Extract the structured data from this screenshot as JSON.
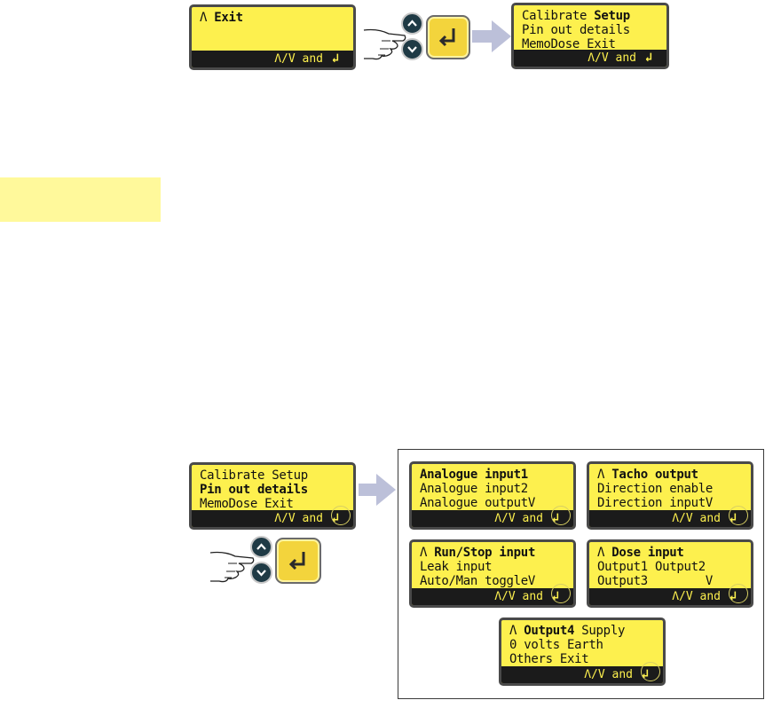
{
  "screen1": {
    "up_marker": "Λ",
    "line1": "Exit",
    "footer": "Λ/V and",
    "enter_glyph": "↲"
  },
  "screen2": {
    "line1_a": "Calibrate ",
    "line1_b": "Setup",
    "line2": "Pin out details",
    "line3": "MemoDose Exit",
    "footer": "Λ/V and",
    "enter_glyph": "↲"
  },
  "screen3": {
    "line1": "Calibrate Setup",
    "line2": "Pin out details",
    "line3": "MemoDose Exit",
    "footer": "Λ/V and",
    "enter_glyph": "↲"
  },
  "pinout_screens": [
    {
      "line1": "Analogue input1",
      "line2": "Analogue input2",
      "line3": "Analogue outputV",
      "footer": "Λ/V and",
      "enter_glyph": "↲"
    },
    {
      "line1_a": "Λ ",
      "line1_b": "Tacho output",
      "line2": "Direction enable",
      "line3": "Direction inputV",
      "footer": "Λ/V and",
      "enter_glyph": "↲"
    },
    {
      "line1_a": "Λ ",
      "line1_b": "Run/Stop input",
      "line2": "Leak input",
      "line3": "Auto/Man toggleV",
      "footer": "Λ/V and",
      "enter_glyph": "↲"
    },
    {
      "line1_a": "Λ ",
      "line1_b": "Dose input",
      "line2": "Output1 Output2",
      "line3": "Output3        V",
      "footer": "Λ/V and",
      "enter_glyph": "↲"
    },
    {
      "line1_a": "Λ ",
      "line1_b": "Output4",
      "line1_c": " Supply",
      "line2": "0 volts Earth",
      "line3": "Others Exit",
      "footer": "Λ/V and",
      "enter_glyph": "↲"
    }
  ],
  "icons": {
    "up": "^",
    "down": "v",
    "enter": "↲"
  }
}
